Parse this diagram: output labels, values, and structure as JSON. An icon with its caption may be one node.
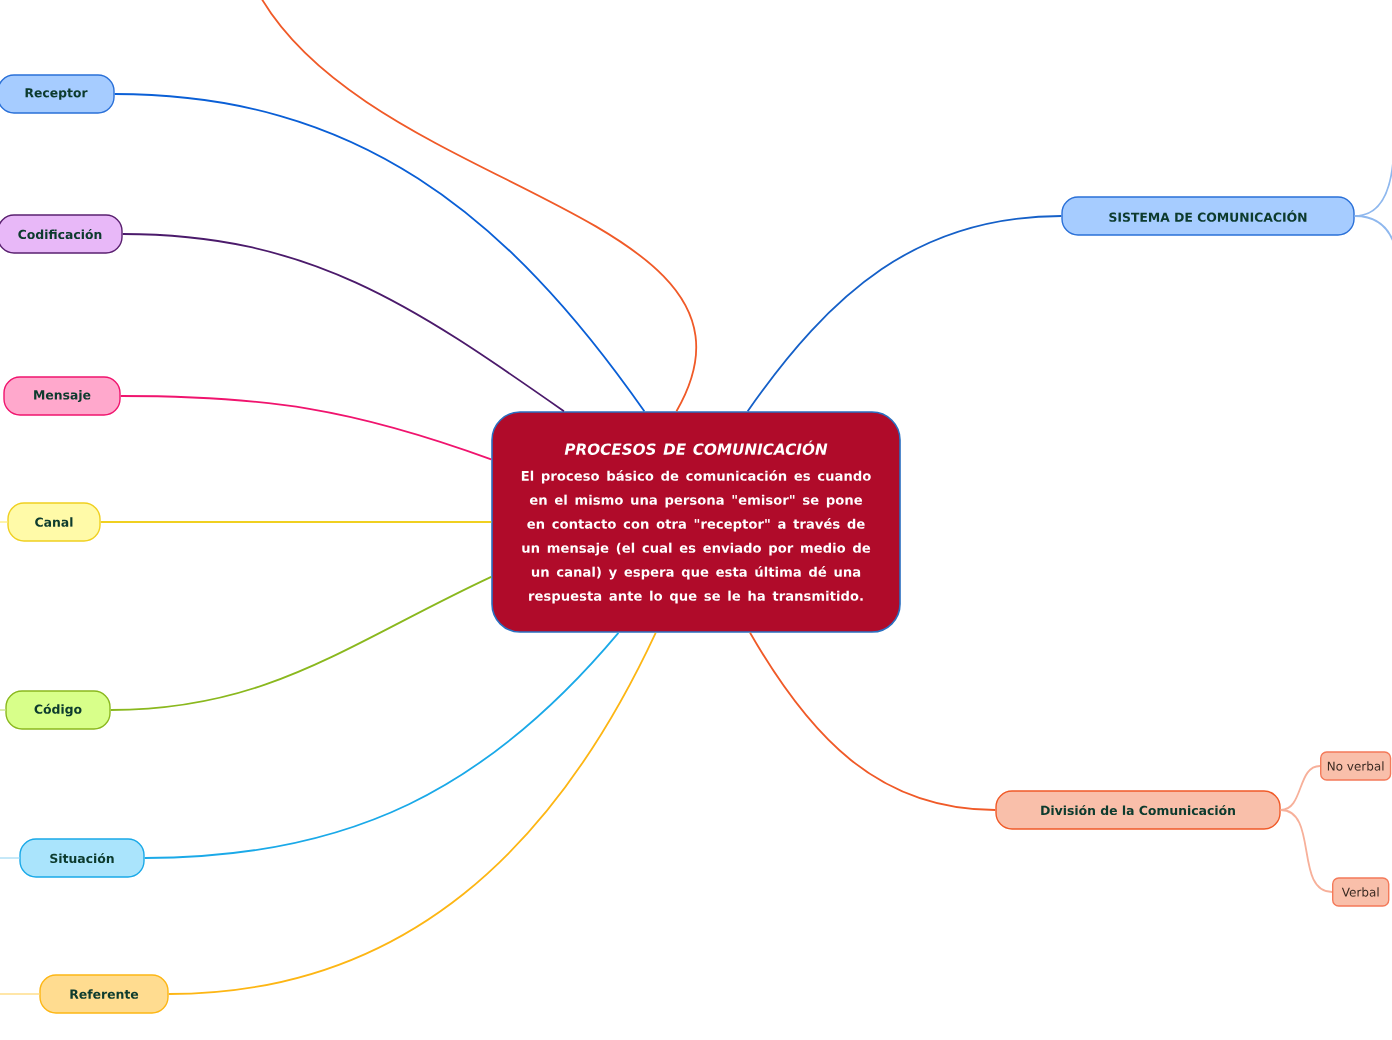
{
  "diagram": {
    "nodes": [
      {
        "text": [
          "PROCESOS DE COMUNICACIÓN",
          "El proceso básico de comunicación es cuando en el mismo una persona \"emisor\" se pone en contacto con otra \"receptor\" a través de un mensaje (el cual es enviado por medio de un canal) y espera que esta última dé una respuesta ante lo que se le ha transmitido."
        ]
      },
      {
        "text": [
          "Receptor"
        ]
      },
      {
        "text": [
          "Codificación"
        ]
      },
      {
        "text": [
          "Mensaje"
        ]
      },
      {
        "text": [
          "Canal"
        ]
      },
      {
        "text": [
          "Código"
        ]
      },
      {
        "text": [
          "Situación"
        ]
      },
      {
        "text": [
          "Referente"
        ]
      },
      {
        "text": [
          "SISTEMA DE COMUNICACIÓN"
        ]
      },
      {
        "text": [
          "División de la Comunicación"
        ]
      },
      {
        "text": [
          "No verbal"
        ]
      },
      {
        "text": [
          "Verbal"
        ]
      }
    ],
    "edges": [
      {
        "from": 0,
        "to": null,
        "arrow": "none",
        "color": "#f05a28"
      },
      {
        "from": 0,
        "to": 1,
        "arrow": "none",
        "color": "#0a5fd6"
      },
      {
        "from": 0,
        "to": 2,
        "arrow": "none",
        "color": "#4b1a6b"
      },
      {
        "from": 0,
        "to": 3,
        "arrow": "none",
        "color": "#f0146e"
      },
      {
        "from": 0,
        "to": 4,
        "arrow": "none",
        "color": "#f0d020"
      },
      {
        "from": 0,
        "to": 5,
        "arrow": "none",
        "color": "#8ab81e"
      },
      {
        "from": 0,
        "to": 6,
        "arrow": "none",
        "color": "#1aa9e8"
      },
      {
        "from": 0,
        "to": 7,
        "arrow": "none",
        "color": "#fdb614"
      },
      {
        "from": 0,
        "to": 8,
        "arrow": "none",
        "color": "#1560c8"
      },
      {
        "from": 0,
        "to": 9,
        "arrow": "none",
        "color": "#f05a28"
      },
      {
        "from": 9,
        "to": 10,
        "arrow": "none",
        "color": "#f7b09a"
      },
      {
        "from": 9,
        "to": 11,
        "arrow": "none",
        "color": "#f7b09a"
      },
      {
        "from": 8,
        "to": null,
        "arrow": "none",
        "color": "#8fb8ee"
      },
      {
        "from": 8,
        "to": null,
        "arrow": "none",
        "color": "#8fb8ee"
      },
      {
        "from": 4,
        "to": null,
        "arrow": "none",
        "color": "#fff3a0"
      },
      {
        "from": 5,
        "to": null,
        "arrow": "none",
        "color": "#d8eaa8"
      },
      {
        "from": 6,
        "to": null,
        "arrow": "none",
        "color": "#bfe6f8"
      },
      {
        "from": 7,
        "to": null,
        "arrow": "none",
        "color": "#ffe6a8"
      }
    ]
  }
}
